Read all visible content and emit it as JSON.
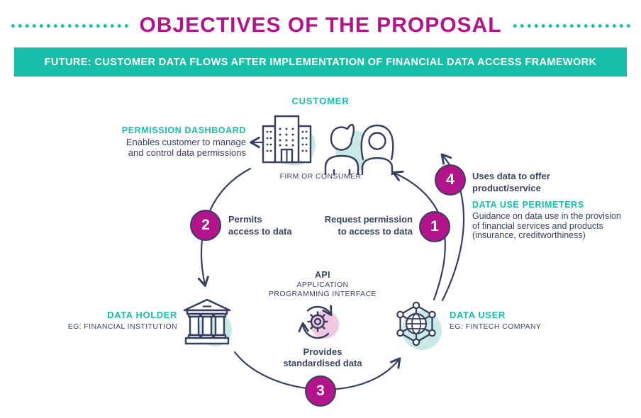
{
  "title": "OBJECTIVES OF THE PROPOSAL",
  "banner": "FUTURE: CUSTOMER DATA FLOWS AFTER IMPLEMENTATION OF FINANCIAL DATA ACCESS FRAMEWORK",
  "customer": {
    "label": "CUSTOMER",
    "sublabel": "FIRM OR CONSUMER"
  },
  "permission_dashboard": {
    "title": "PERMISSION DASHBOARD",
    "line1": "Enables customer to manage",
    "line2": "and control data permissions"
  },
  "steps": [
    {
      "number": "1",
      "line1": "Request permission",
      "line2": "to access to data"
    },
    {
      "number": "2",
      "line1": "Permits",
      "line2": "access to data"
    },
    {
      "number": "3",
      "line1": "Provides",
      "line2": "standardised data"
    },
    {
      "number": "4",
      "line1": "Uses data to offer",
      "line2": "product/service"
    }
  ],
  "data_use_perimeters": {
    "title": "DATA USE PERIMETERS",
    "line1": "Guidance on data use in the provision",
    "line2": "of financial services and products",
    "line3": "(insurance, creditworthiness)"
  },
  "data_holder": {
    "title": "DATA HOLDER",
    "subtitle": "EG: FINANCIAL INSTITUTION"
  },
  "api": {
    "title": "API",
    "line1": "APPLICATION",
    "line2": "PROGRAMMING INTERFACE"
  },
  "data_user": {
    "title": "DATA USER",
    "subtitle": "EG: FINTECH COMPANY"
  },
  "colors": {
    "accent_magenta": "#B3148C",
    "accent_teal": "#17BFA8",
    "navy": "#394263",
    "light_teal": "#C9EAE4",
    "light_pink": "#F0C6E0"
  },
  "icons": {
    "building": "building-icon",
    "people": "firm-consumer-people-icon",
    "bank": "bank-icon",
    "gear": "api-gear-cycle-icon",
    "network": "network-globe-icon",
    "left_arrow": "permission-arrow-icon"
  }
}
